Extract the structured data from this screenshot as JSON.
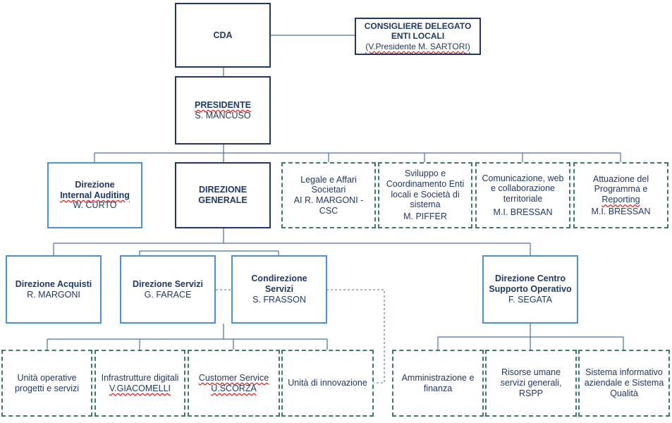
{
  "nodes": {
    "cda": {
      "title": "CDA"
    },
    "consigliere": {
      "title_line1": "CONSIGLIERE DELEGATO",
      "title_line2": "ENTI LOCALI",
      "name": "(V.Presidente  M. SARTORI)"
    },
    "presidente": {
      "title": "PRESIDENTE",
      "name": "S. MANCUSO"
    },
    "internal_auditing": {
      "title_line1": "Direzione",
      "title_line2": "Internal Auditing",
      "name": "W. CURTO"
    },
    "direzione_generale": {
      "title_line1": "DIREZIONE",
      "title_line2": "GENERALE"
    },
    "legale": {
      "line1": "Legale e Affari",
      "line2": "Societari",
      "line3": "AI R. MARGONI -",
      "line4": "CSC"
    },
    "sviluppo": {
      "line1": "Sviluppo e",
      "line2": "Coordinamento Enti",
      "line3": "locali e Società di",
      "line4": "sistema",
      "name": "M. PIFFER"
    },
    "comunicazione": {
      "line1": "Comunicazione, web",
      "line2": "e collaborazione",
      "line3": "territoriale",
      "name": "M.I. BRESSAN"
    },
    "attuazione": {
      "line1": "Attuazione del",
      "line2": "Programma e",
      "line3": "Reporting",
      "name": "M.I. BRESSAN"
    },
    "acquisti": {
      "title": "Direzione Acquisti",
      "name": "R. MARGONI"
    },
    "servizi": {
      "title": "Direzione Servizi",
      "name": "G. FARACE"
    },
    "condirezione": {
      "title_line1": "Condirezione",
      "title_line2": "Servizi",
      "name": "S. FRASSON"
    },
    "centro_supporto": {
      "title_line1": "Direzione Centro",
      "title_line2": "Supporto Operativo",
      "name": "F. SEGATA"
    },
    "unita_operative": {
      "line1": "Unità operative",
      "line2": "progetti e servizi"
    },
    "infrastrutture": {
      "line1": "Infrastrutture digitali",
      "name": "V.GIACOMELLI"
    },
    "customer": {
      "line1": "Customer Service",
      "name": "U.SCORZA"
    },
    "innovazione": {
      "line1": "Unità di innovazione"
    },
    "amministrazione": {
      "line1": "Amministrazione e",
      "line2": "finanza"
    },
    "risorse": {
      "line1": "Risorse umane",
      "line2": "servizi generali,",
      "line3": "RSPP"
    },
    "sistema_info": {
      "line1": "Sistema informativo",
      "line2": "aziendale e Sistema",
      "line3": "Qualità"
    }
  },
  "colors": {
    "dark_border": "#1f3864",
    "blue_border": "#4a90d9",
    "dashed_border": "#3c7a6e",
    "connector": "#4a6fa5",
    "text": "#1f3864"
  }
}
